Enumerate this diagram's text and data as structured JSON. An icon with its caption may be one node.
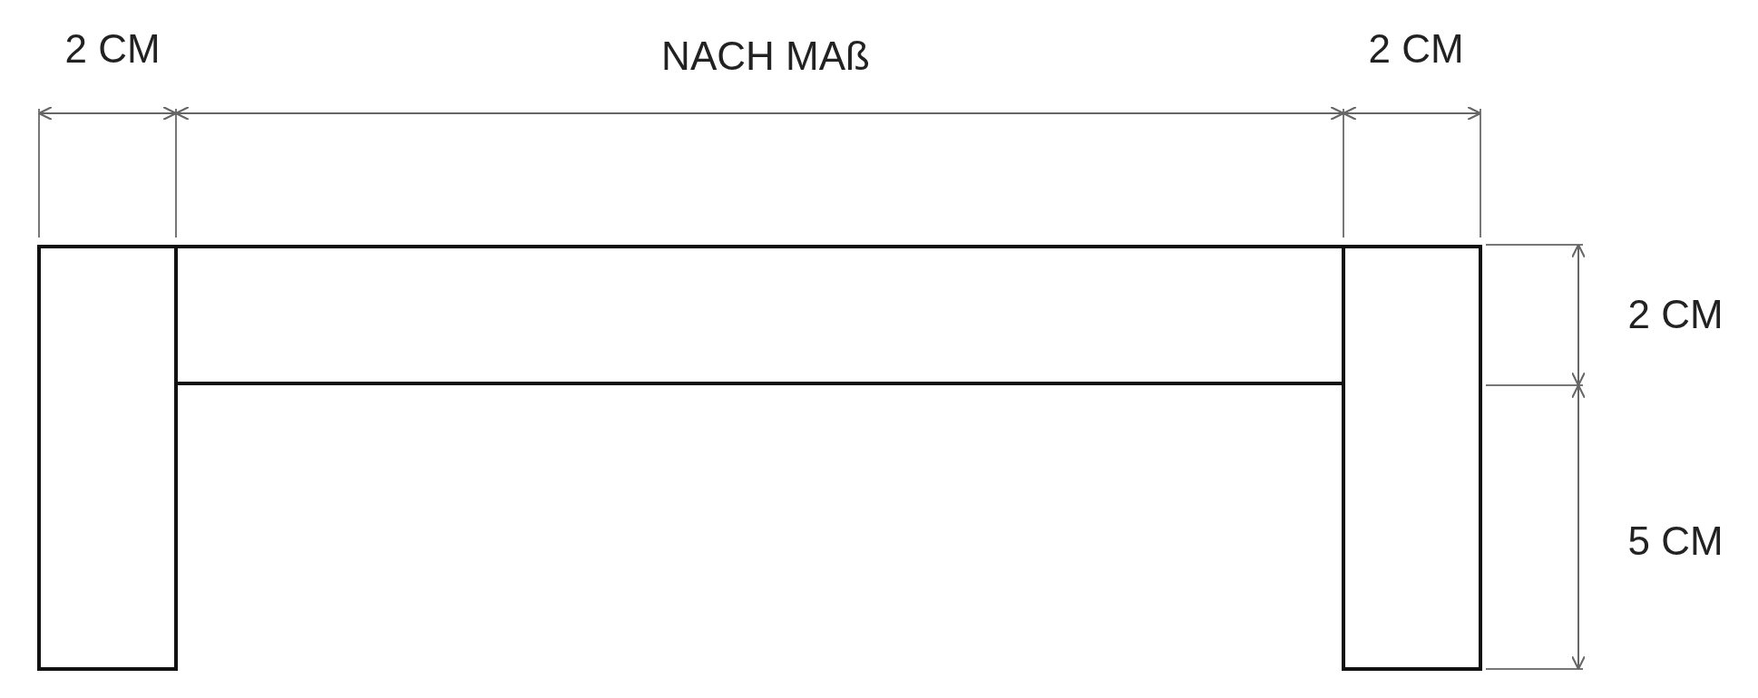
{
  "diagram": {
    "labels": [
      "2 CM",
      "NACH MAß",
      "2 CM",
      "2 CM",
      "5 CM"
    ]
  }
}
